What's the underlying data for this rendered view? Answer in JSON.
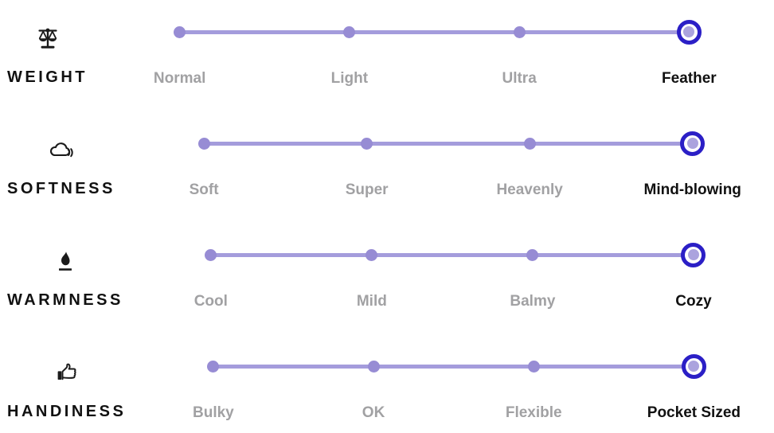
{
  "colors": {
    "track": "#a49cdc",
    "dot": "#978cd4",
    "ring": "#2b1fc6",
    "sel_fill": "#aba3de",
    "gray": "#a1a1a3",
    "black": "#111111",
    "icon": "#1b1b1b"
  },
  "rows": [
    {
      "category": "WEIGHT",
      "icon": "scale-icon",
      "levels": [
        "Normal",
        "Light",
        "Ultra",
        "Feather"
      ],
      "selected_index": 3,
      "selected_label": "Feather"
    },
    {
      "category": "SOFTNESS",
      "icon": "cloud-sound-icon",
      "levels": [
        "Soft",
        "Super",
        "Heavenly",
        "Mind-blowing"
      ],
      "selected_index": 3,
      "selected_label": "Mind-blowing"
    },
    {
      "category": "WARMNESS",
      "icon": "flame-icon",
      "levels": [
        "Cool",
        "Mild",
        "Balmy",
        "Cozy"
      ],
      "selected_index": 3,
      "selected_label": "Cozy"
    },
    {
      "category": "HANDINESS",
      "icon": "thumbs-up-icon",
      "levels": [
        "Bulky",
        "OK",
        "Flexible",
        "Pocket Sized"
      ],
      "selected_index": 3,
      "selected_label": "Pocket Sized"
    }
  ]
}
